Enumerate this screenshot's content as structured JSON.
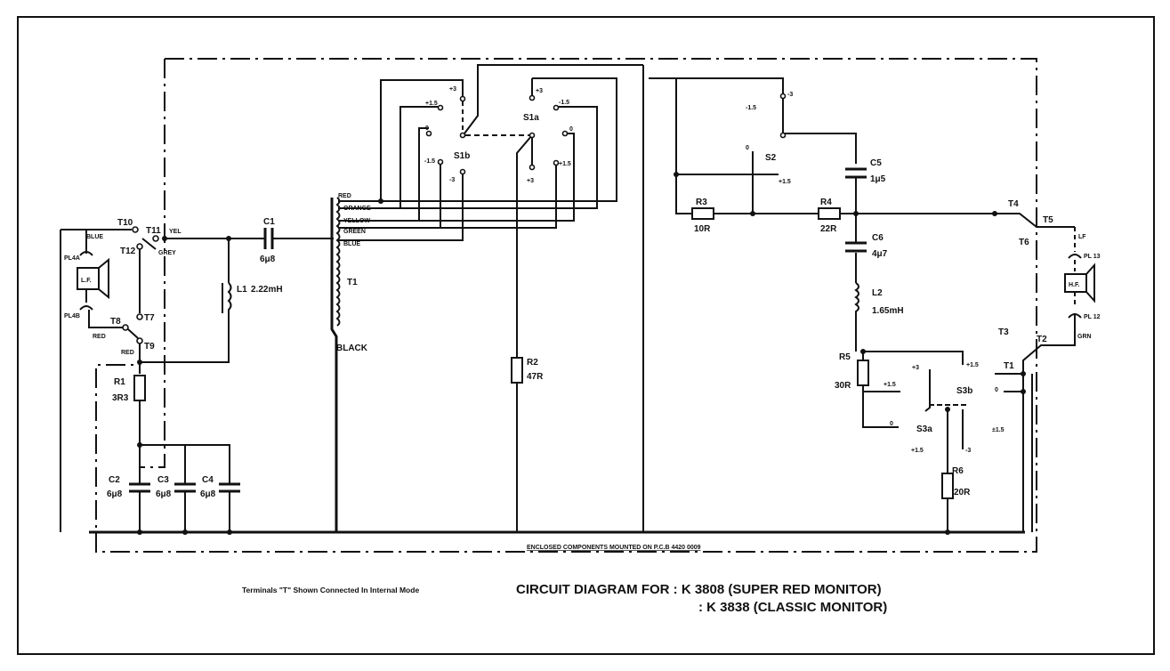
{
  "title": {
    "line1": "CIRCUIT DIAGRAM FOR : K 3808 (SUPER RED MONITOR)",
    "line2": ": K 3838 (CLASSIC MONITOR)"
  },
  "note": "Terminals \"T\" Shown Connected In Internal Mode",
  "pcb_note": "ENCLOSED COMPONENTS MOUNTED ON P.C.B 4420 0009",
  "components": {
    "C1": {
      "ref": "C1",
      "value": "6μ8"
    },
    "C2": {
      "ref": "C2",
      "value": "6μ8"
    },
    "C3": {
      "ref": "C3",
      "value": "6μ8"
    },
    "C4": {
      "ref": "C4",
      "value": "6μ8"
    },
    "C5": {
      "ref": "C5",
      "value": "1μ5"
    },
    "C6": {
      "ref": "C6",
      "value": "4μ7"
    },
    "L1": {
      "ref": "L1",
      "value": "2.22mH"
    },
    "L2": {
      "ref": "L2",
      "value": "1.65mH"
    },
    "R1": {
      "ref": "R1",
      "value": "3R3"
    },
    "R2": {
      "ref": "R2",
      "value": "47R"
    },
    "R3": {
      "ref": "R3",
      "value": "10R"
    },
    "R4": {
      "ref": "R4",
      "value": "22R"
    },
    "R5": {
      "ref": "R5",
      "value": "30R"
    },
    "R6": {
      "ref": "R6",
      "value": "20R"
    },
    "T1": {
      "ref": "T1"
    },
    "LF": {
      "label": "L.F."
    },
    "HF": {
      "label": "H.F."
    }
  },
  "transformer_taps": [
    "RED",
    "ORANGE",
    "YELLOW",
    "GREEN",
    "BLUE",
    "BLACK"
  ],
  "wire_labels": {
    "blue": "BLUE",
    "red1": "RED",
    "red2": "RED",
    "grey": "GREY",
    "grn": "GRN",
    "yel": "YEL",
    "lf": "LF",
    "plug_a": "PL4A",
    "plug_b": "PL4B",
    "plug_c": "PL 13",
    "plug_d": "PL 12"
  },
  "switches": {
    "s1a": "S1a",
    "s1b": "S1b",
    "s2": "S2",
    "s3a": "S3a",
    "s3b": "S3b"
  },
  "switch_positions": {
    "p15": "+1.5",
    "p3": "+3",
    "m15": "-1.5",
    "m3": "-3",
    "zero": "0",
    "pm15": "±1.5"
  },
  "terminals": [
    "T1",
    "T2",
    "T3",
    "T4",
    "T5",
    "T6",
    "T7",
    "T8",
    "T9",
    "T10",
    "T11",
    "T12"
  ]
}
